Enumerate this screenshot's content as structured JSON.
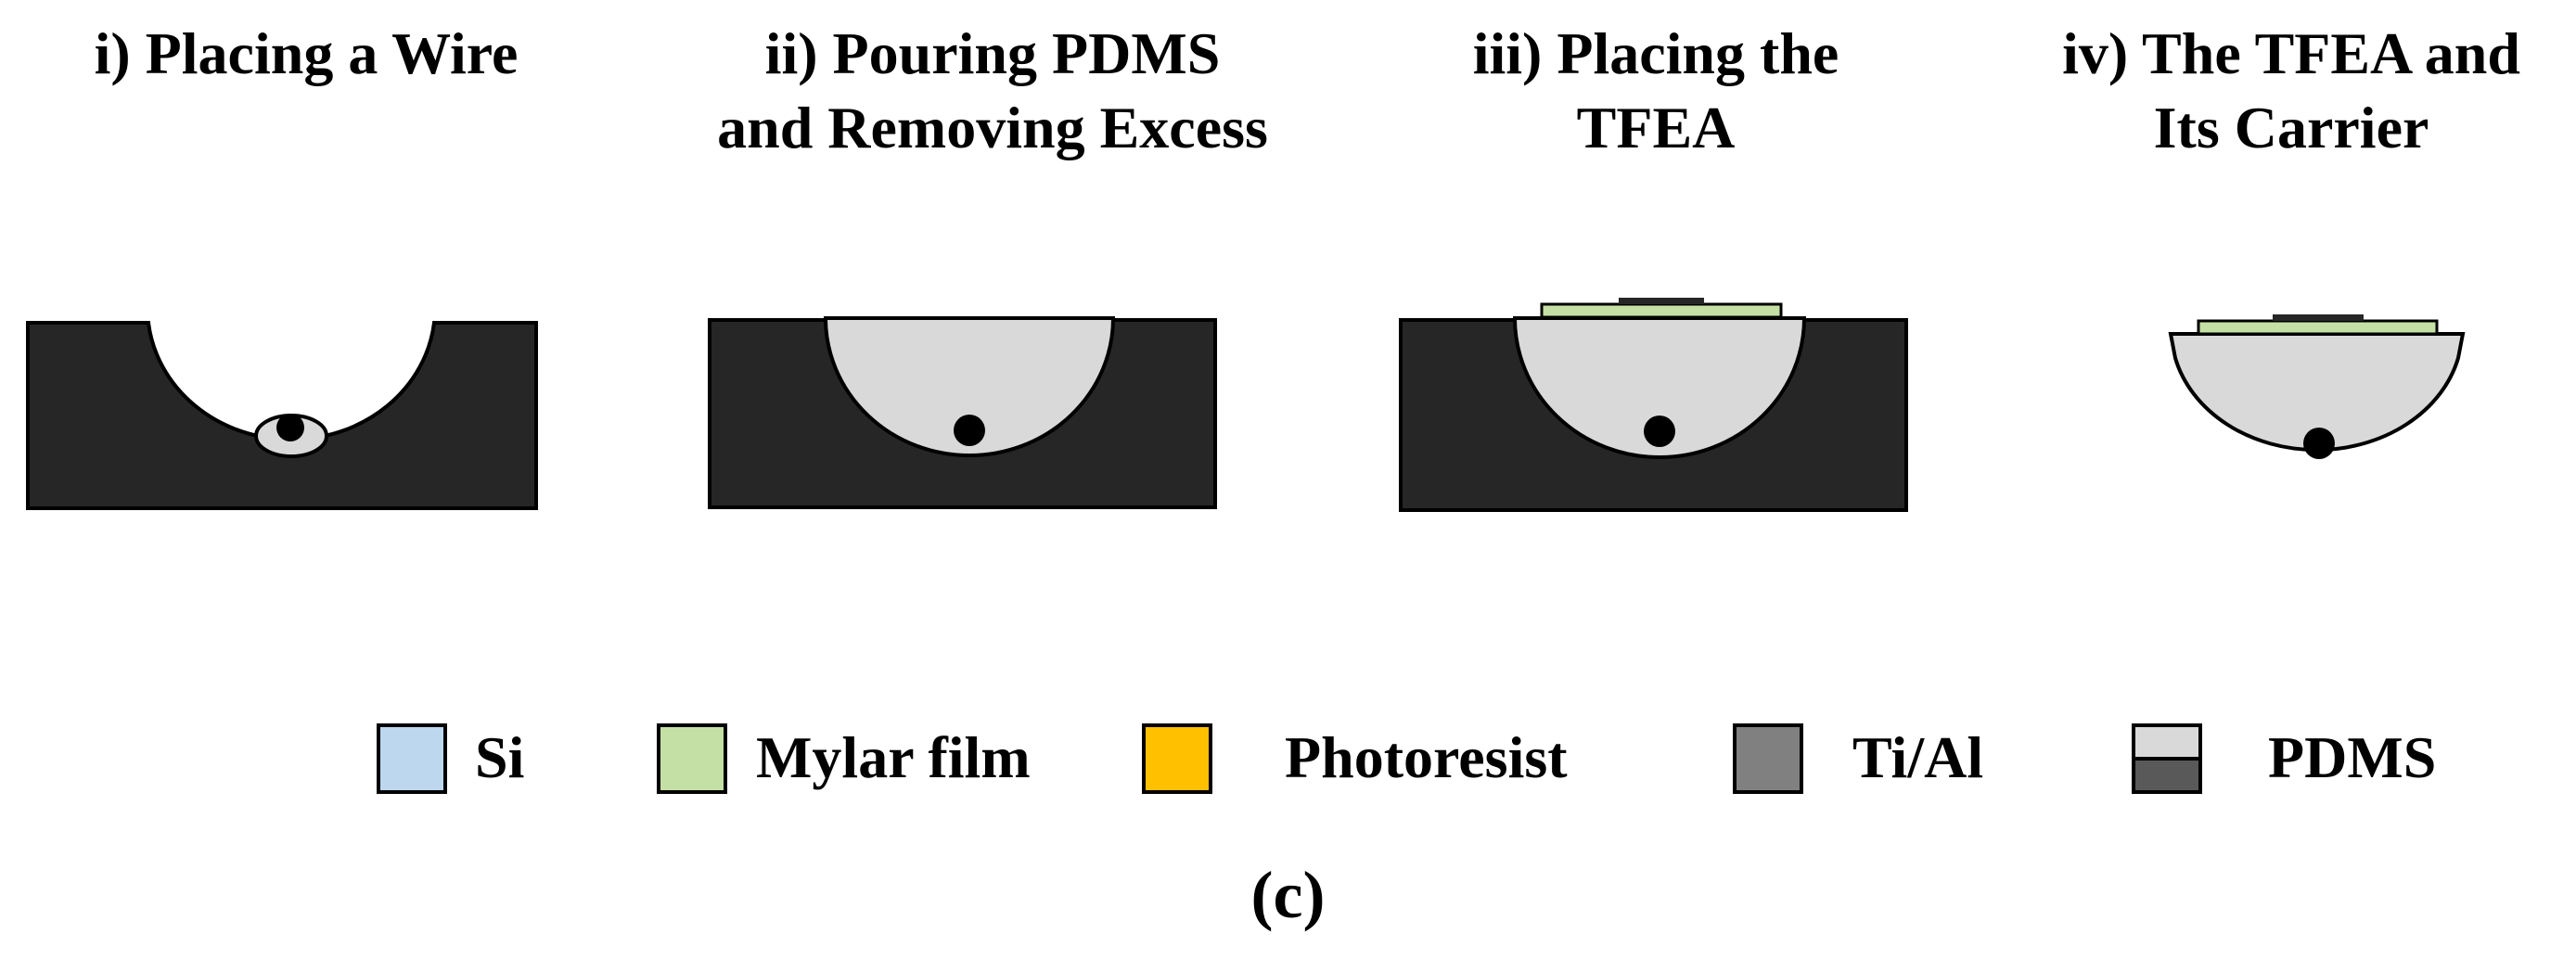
{
  "steps": [
    {
      "line1": "i) Placing a Wire",
      "line2": ""
    },
    {
      "line1": "ii) Pouring PDMS",
      "line2": "and Removing Excess"
    },
    {
      "line1": "iii) Placing the",
      "line2": "TFEA"
    },
    {
      "line1": "iv) The TFEA and",
      "line2": "Its Carrier"
    }
  ],
  "legend": [
    {
      "label": "Si",
      "color": "#bdd7ee"
    },
    {
      "label": "Mylar film",
      "color": "#c5e0a4"
    },
    {
      "label": "Photoresist",
      "color": "#ffc000"
    },
    {
      "label": "Ti/Al",
      "color": "#808080"
    },
    {
      "label": "PDMS",
      "color_top": "#d9d9d9",
      "color_bottom": "#595959"
    }
  ],
  "caption": "(c)",
  "colors": {
    "mold": "#262626",
    "pdms": "#d9d9d9",
    "mylar": "#c5e0a4",
    "outline": "#000000"
  }
}
